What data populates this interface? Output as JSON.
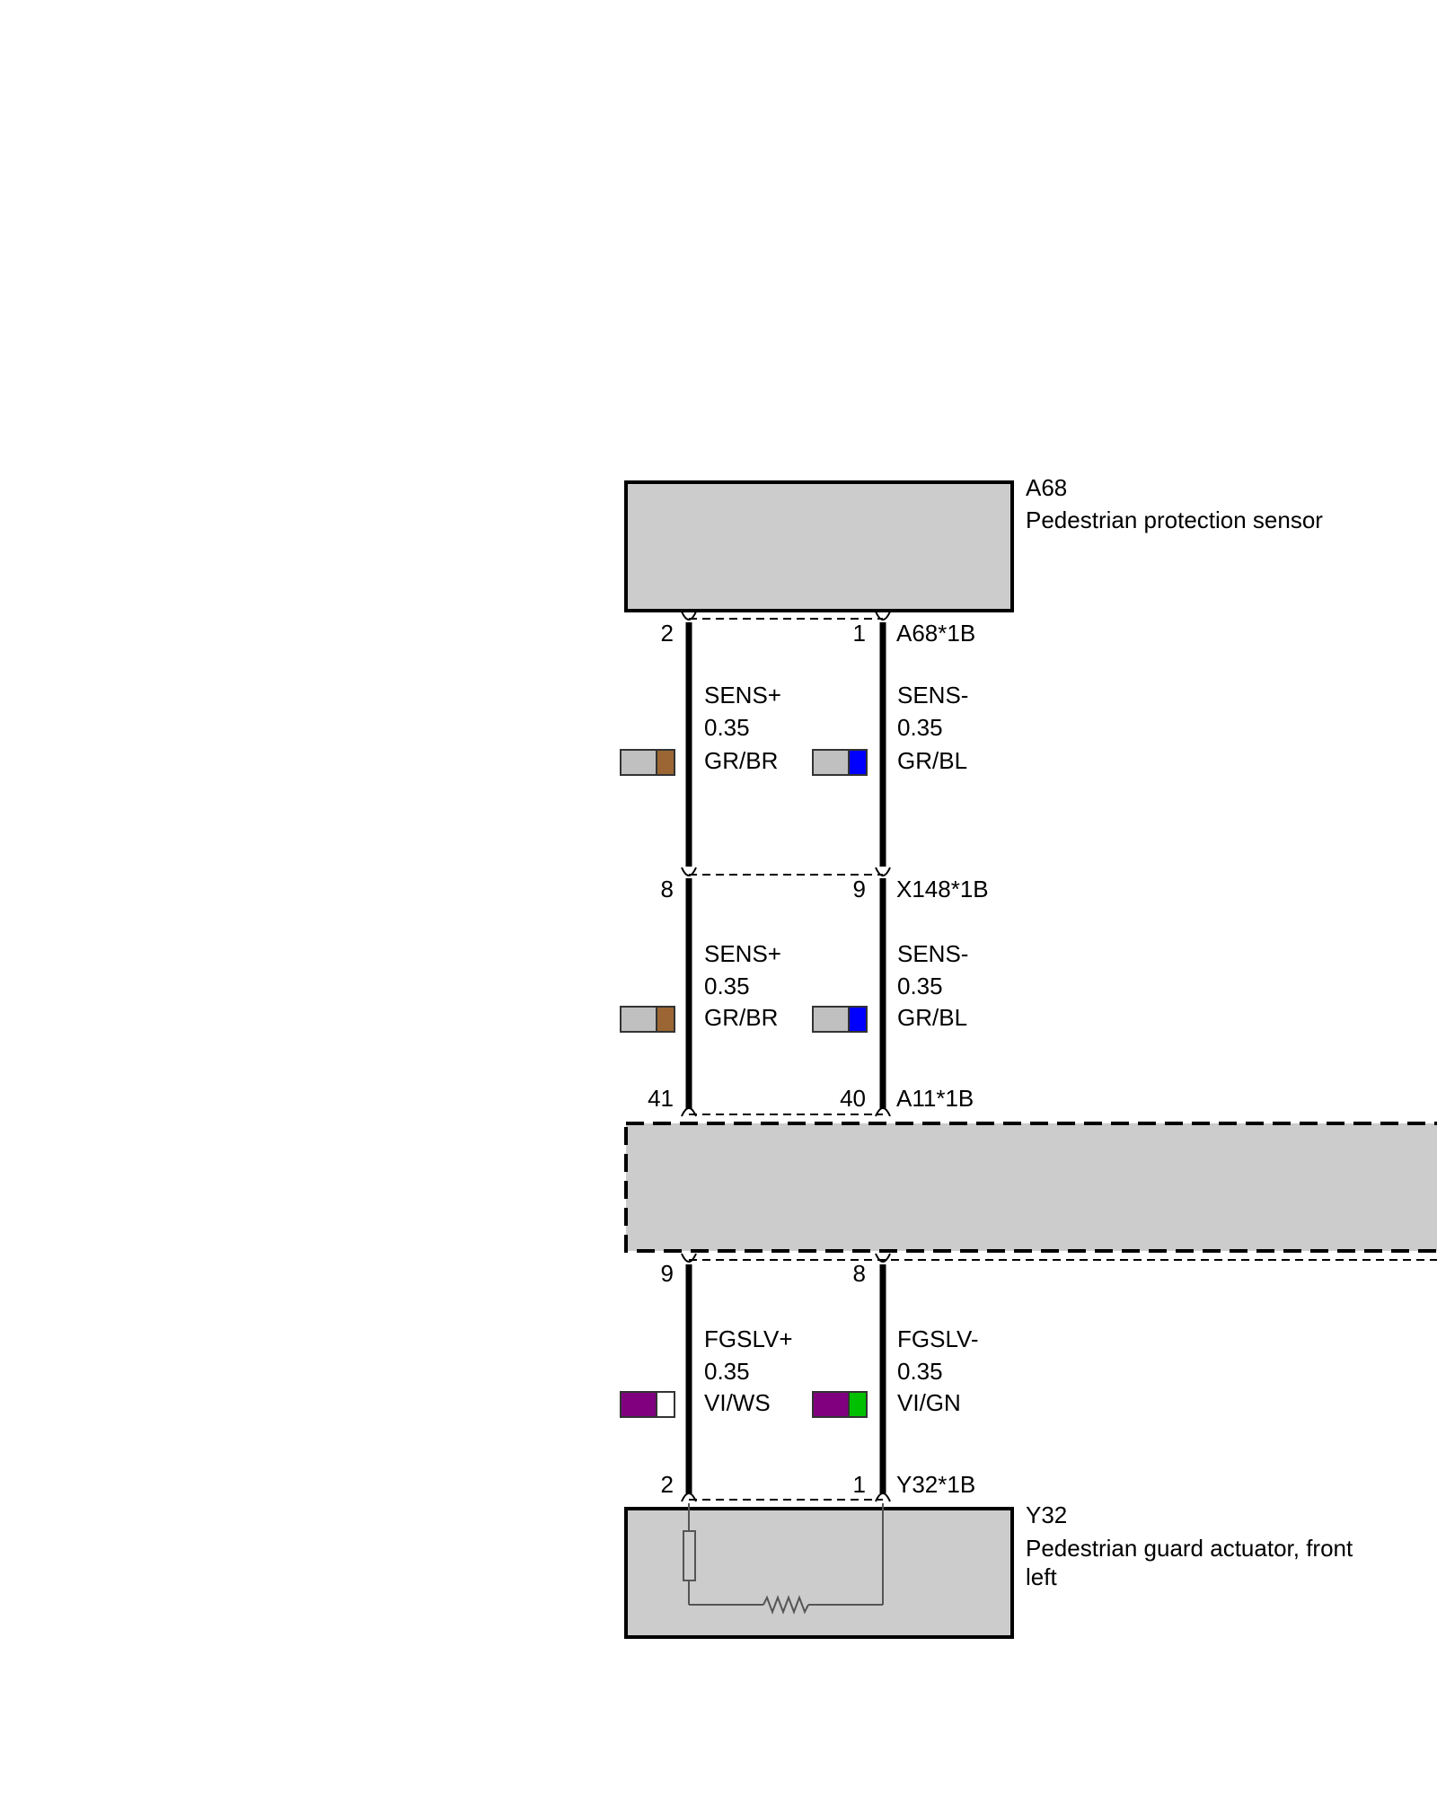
{
  "components": {
    "a68": {
      "code": "A68",
      "name": "Pedestrian protection sensor"
    },
    "a11": {
      "code": "",
      "name": ""
    },
    "y32": {
      "code": "Y32",
      "name_line1": "Pedestrian guard actuator, front",
      "name_line2": "left"
    }
  },
  "connectors": {
    "a68_1b": {
      "id": "A68*1B",
      "pin_left": "2",
      "pin_right": "1"
    },
    "x148_1b": {
      "id": "X148*1B",
      "pin_left": "8",
      "pin_right": "9"
    },
    "a11_1b_top": {
      "id": "A11*1B",
      "pin_left": "41",
      "pin_right": "40"
    },
    "a11_1b_bottom": {
      "pin_left": "9",
      "pin_right": "8"
    },
    "y32_1b": {
      "id": "Y32*1B",
      "pin_left": "2",
      "pin_right": "1"
    }
  },
  "wires": {
    "seg1_left": {
      "signal": "SENS+",
      "gauge": "0.35",
      "color_code": "GR/BR",
      "color_main": "#c0c0c0",
      "color_stripe": "#9b6633"
    },
    "seg1_right": {
      "signal": "SENS-",
      "gauge": "0.35",
      "color_code": "GR/BL",
      "color_main": "#c0c0c0",
      "color_stripe": "#0000ff"
    },
    "seg2_left": {
      "signal": "SENS+",
      "gauge": "0.35",
      "color_code": "GR/BR",
      "color_main": "#c0c0c0",
      "color_stripe": "#9b6633"
    },
    "seg2_right": {
      "signal": "SENS-",
      "gauge": "0.35",
      "color_code": "GR/BL",
      "color_main": "#c0c0c0",
      "color_stripe": "#0000ff"
    },
    "seg3_left": {
      "signal": "FGSLV+",
      "gauge": "0.35",
      "color_code": "VI/WS",
      "color_main": "#800080",
      "color_stripe": "#ffffff"
    },
    "seg3_right": {
      "signal": "FGSLV-",
      "gauge": "0.35",
      "color_code": "VI/GN",
      "color_main": "#800080",
      "color_stripe": "#00c000"
    }
  },
  "colors": {
    "component_fill": "#cccccc",
    "wire": "#000000",
    "internal_line": "#555555"
  }
}
